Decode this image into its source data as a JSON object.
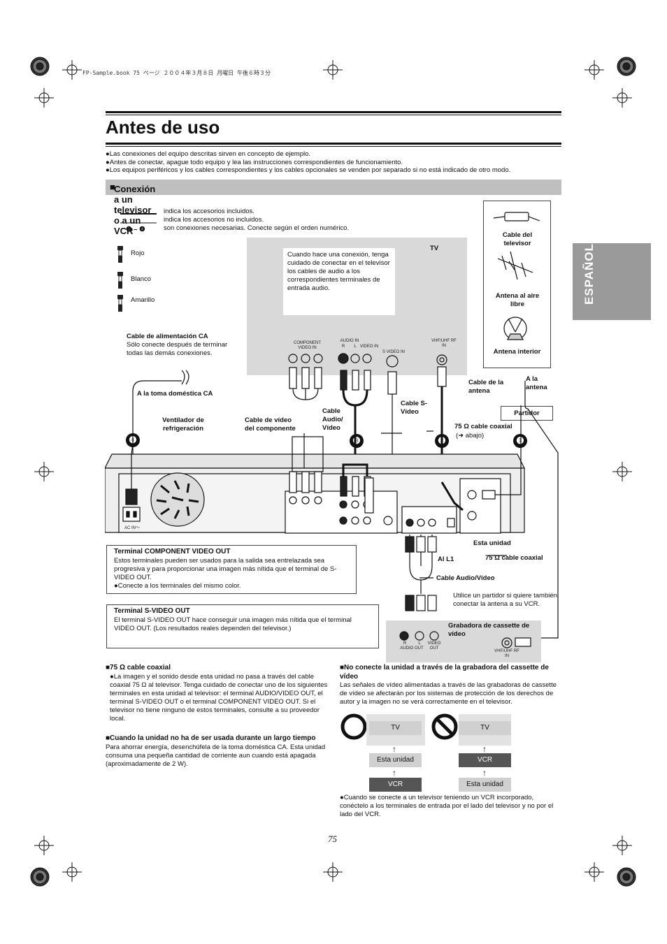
{
  "header_note": "FP-Sample.book  75 ページ  ２００４年３月８日  月曜日  午後６時３分",
  "title": "Antes de uso",
  "intro_bullets": [
    "●Las conexiones del equipo descritas sirven en concepto de ejemplo.",
    "●Antes de conectar, apague todo equipo y lea las instrucciones correspondientes de funcionamiento.",
    "●Los equipos periféricos y los cables correspondientes y los cables opcionales se venden por separado si no está indicado de otro modo."
  ],
  "side_tab": "ESPAÑOL",
  "section_title": "Conexión a un televisor o a un VCR",
  "legend": {
    "included": "indica los accesorios incluidos.",
    "not_included": "indica los accesorios no incluidos.",
    "num_range": "❶ – ❹",
    "numbered": "son conexiones necesarias. Conecte según el orden numérico."
  },
  "plugs": {
    "red": "Rojo",
    "white": "Blanco",
    "yellow": "Amarillo"
  },
  "power": {
    "title": "Cable de alimentación CA",
    "text1": "Sólo conecte después de terminar",
    "text2": "todas las demás conexiones.",
    "outlet": "A la toma doméstica CA"
  },
  "tv": {
    "label": "TV",
    "note": "Cuando hace una conexión, tenga cuidado de conectar en el televisor los cables de audio a los correspondientes terminales de entrada audio.",
    "component": "COMPONENT VIDEO IN",
    "audio_in": "AUDIO IN",
    "r": "R",
    "l": "L",
    "video_in": "VIDEO IN",
    "svideo_in": "S VIDEO IN",
    "vhf_uhf": "VHF/UHF RF IN"
  },
  "antenna_box": {
    "cable_tv": "Cable del televisor",
    "outdoor": "Antena al aire libre",
    "indoor": "Antena interior"
  },
  "labels": {
    "antenna_cable": "Cable de la antena",
    "to_antenna": "A la antena",
    "splitter": "Partidor",
    "coax_75": "75 Ω cable coaxial",
    "coax_below": "(➜ abajo)",
    "fan": "Ventilador de refrigeración",
    "component_cable": "Cable de vídeo del componente",
    "av_cable": "Cable Audio/ Vídeo",
    "svideo_cable": "Cable S-Vídeo",
    "this_unit": "Esta unidad",
    "coax_75_b": "75 Ω cable coaxial",
    "al_l1": "Al L1",
    "av_cable_b": "Cable Audio/Vídeo",
    "splitter_note": "Utilice un partidor si quiere también conectar la antena a su VCR.",
    "vcr": "Grabadora de cassette de vídeo",
    "r_audio_out": "R",
    "l_audio_out": "L",
    "audio_out": "AUDIO OUT",
    "video_out": "VIDEO OUT",
    "vcr_rf": "VHF/UHF RF IN",
    "ac_in": "AC IN～"
  },
  "numbers": [
    "❹",
    "❸",
    "❷",
    "❶"
  ],
  "component_box": {
    "title": "Terminal COMPONENT VIDEO OUT",
    "text": "Estos terminales pueden ser usados para la salida sea entrelazada sea progresiva y para proporcionar una imagen más nítida que el terminal de S-VIDEO OUT.",
    "bullet": "●Conecte a los terminales del mismo color."
  },
  "svideo_box": {
    "title": "Terminal S-VIDEO OUT",
    "text": "El terminal S-VIDEO OUT hace conseguir una imagen más nítida que el terminal VIDEO OUT. (Los resultados reales dependen del televisor.)"
  },
  "coax_section": {
    "title": "■75 Ω cable coaxial",
    "text": "●La imagen y el sonido desde esta unidad no pasa a través del cable coaxial 75 Ω al televisor. Tenga cuidado de conectar uno de los siguientes terminales en esta unidad al televisor: el terminal AUDIO/VIDEO OUT, el terminal S-VIDEO OUT o el terminal COMPONENT VIDEO OUT. Si el televisor no tiene ninguno de estos terminales, consulte a su proveedor local."
  },
  "unused_section": {
    "title": "■Cuando la unidad no ha de ser usada durante un largo tiempo",
    "text": "Para ahorrar energía, desenchúfela de la toma doméstica CA. Esta unidad consuma una pequeña cantidad de corriente aun cuando está apagada (aproximadamente de 2 W)."
  },
  "vcr_section": {
    "title": "■No conecte la unidad a través de la grabadora del cassette de vídeo",
    "text": "Las señales de vídeo alimentadas a través de las grabadoras de cassette de vídeo se afectarán por los sistemas de protección de los derechos de autor y la imagen no se verá correctamente en el televisor.",
    "ok": {
      "top": "TV",
      "mid": "Esta unidad",
      "bottom": "VCR"
    },
    "ng": {
      "top": "TV",
      "mid": "VCR",
      "bottom": "Esta unidad"
    },
    "note": "●Cuando se conecte a un televisor teniendo un VCR incorporado, conéctelo a los terminales de entrada por el lado del televisor y no por el lado del VCR."
  },
  "page_number": "75"
}
